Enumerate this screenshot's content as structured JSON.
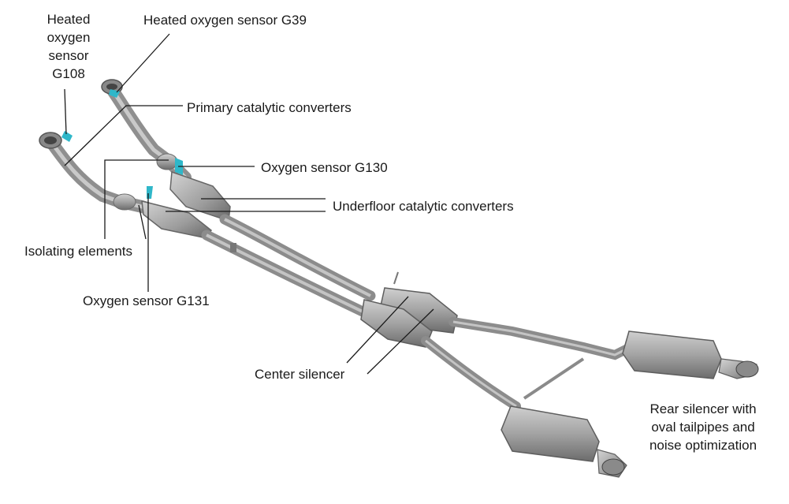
{
  "labels": {
    "g108": [
      "Heated",
      "oxygen",
      "sensor",
      "G108"
    ],
    "g39": "Heated oxygen sensor G39",
    "primary_cat": "Primary catalytic converters",
    "g130": "Oxygen sensor G130",
    "underfloor_cat": "Underfloor catalytic converters",
    "isolating": "Isolating elements",
    "g131": "Oxygen sensor G131",
    "center_silencer": "Center silencer",
    "rear_silencer": [
      "Rear silencer with",
      "oval tailpipes and",
      "noise optimization"
    ]
  },
  "colors": {
    "pipe": "#9a9a9a",
    "pipe_dark": "#6f6f6f",
    "pipe_light": "#c8c8c8",
    "sensor": "#2fb7c9",
    "leader": "#1a1a1a"
  }
}
